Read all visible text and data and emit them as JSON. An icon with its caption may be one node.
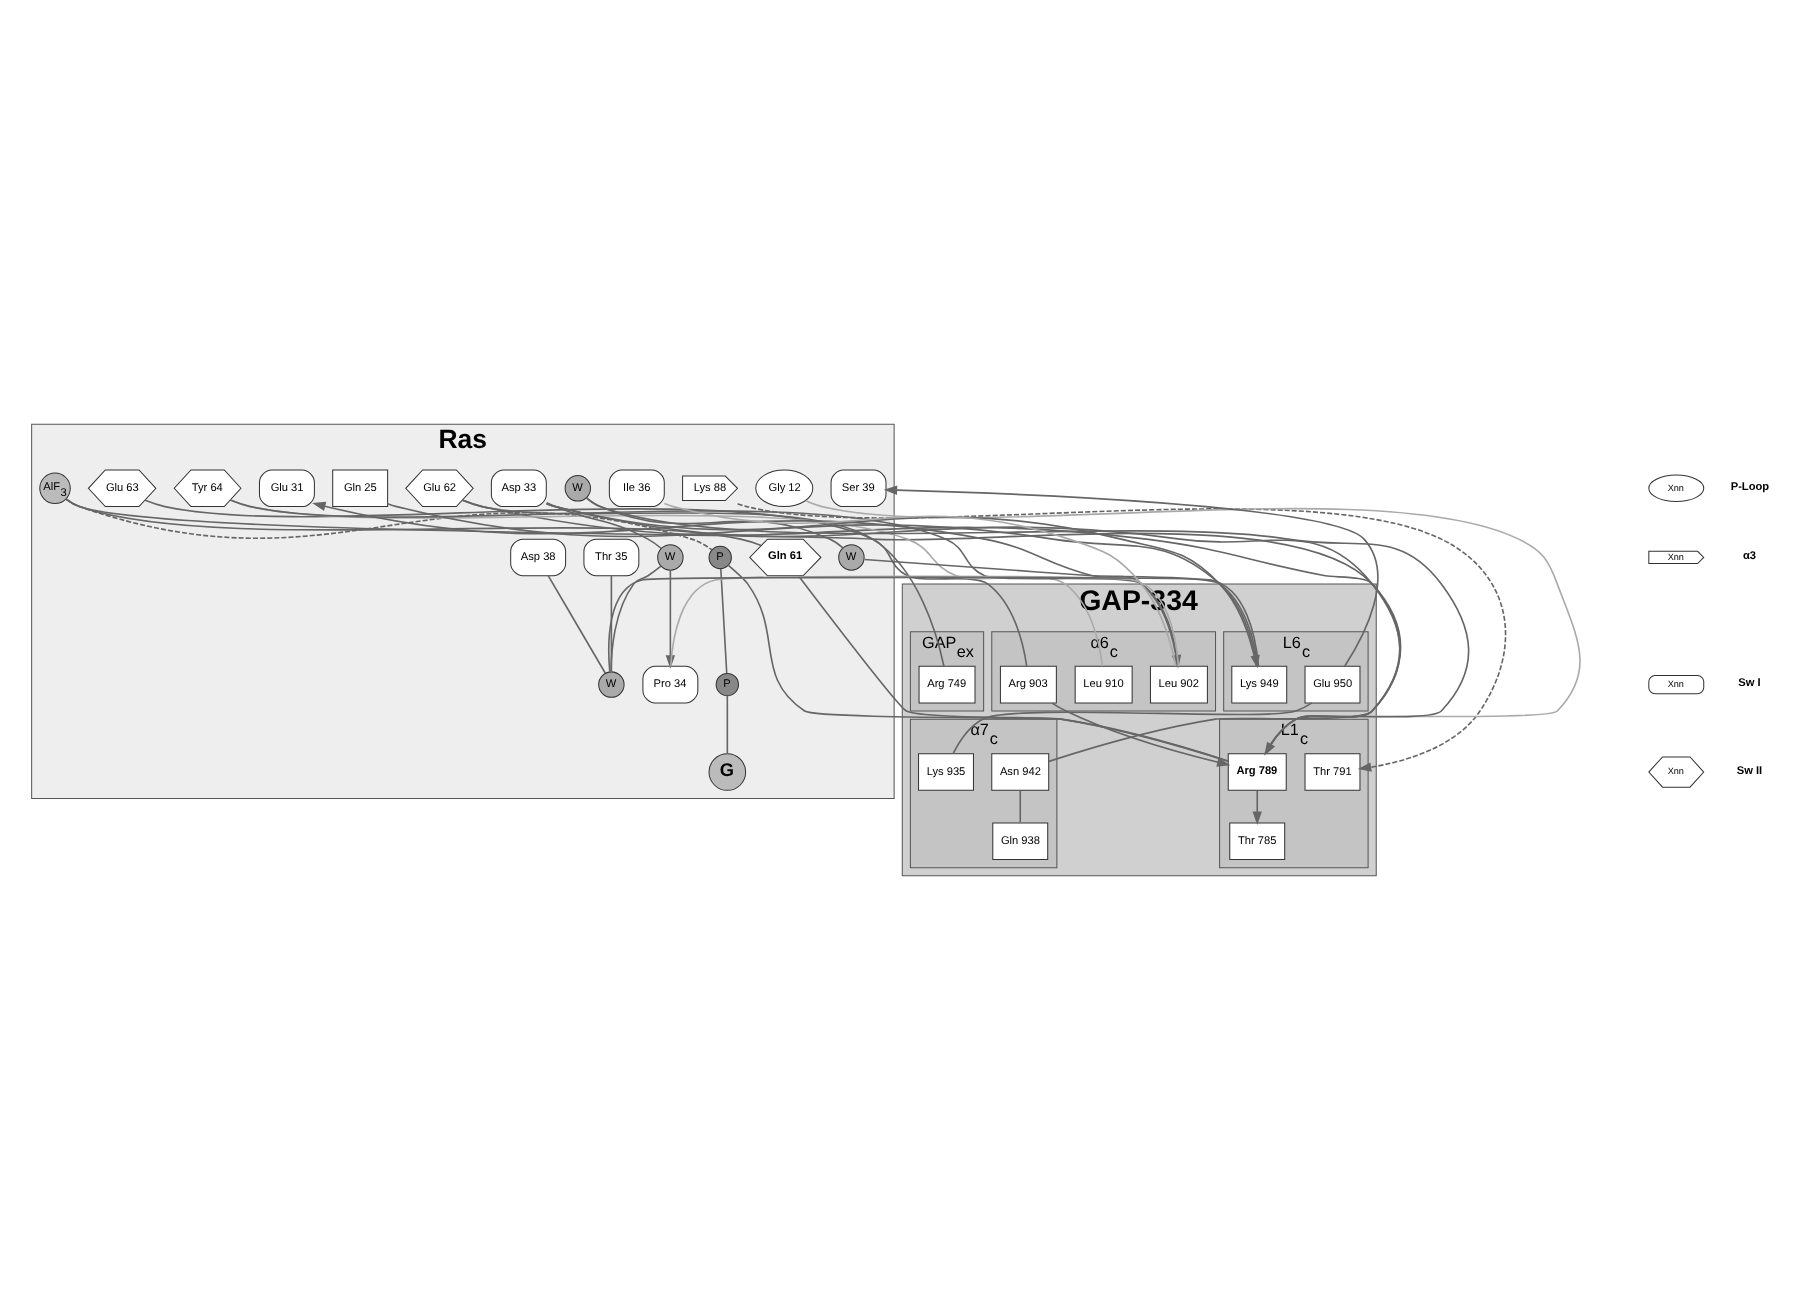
{
  "diagram": {
    "nodes": [
      {
        "text": [
          "Ras"
        ]
      },
      {
        "text": [
          "Lys 88"
        ],
        "in": 0
      },
      {
        "text": [
          "Gly 12"
        ],
        "in": 0
      },
      {
        "text": [
          "AlF$_{3}$"
        ],
        "in": 0
      },
      {
        "text": [
          "P"
        ],
        "in": 0
      },
      {
        "text": [
          "P"
        ],
        "in": 0
      },
      {
        "text": [
          "G"
        ],
        "in": 0
      },
      {
        "text": [
          "Gln 61"
        ],
        "in": 0
      },
      {
        "text": [
          "Glu 62"
        ],
        "in": 0
      },
      {
        "text": [
          "Glu 63"
        ],
        "in": 0
      },
      {
        "text": [
          "Tyr 64"
        ],
        "in": 0
      },
      {
        "text": [
          "W"
        ],
        "in": 0
      },
      {
        "text": [
          "W"
        ],
        "in": 0
      },
      {
        "text": [
          "Gln 25"
        ],
        "in": 0
      },
      {
        "text": [
          "Glu 31"
        ],
        "in": 0
      },
      {
        "text": [
          "Asp 33"
        ],
        "in": 0
      },
      {
        "text": [
          "W"
        ],
        "in": 0
      },
      {
        "text": [
          "Pro 34"
        ],
        "in": 0
      },
      {
        "text": [
          "Thr 35"
        ],
        "in": 0
      },
      {
        "text": [
          "W"
        ],
        "in": 0
      },
      {
        "text": [
          "Ile 36"
        ],
        "in": 0
      },
      {
        "text": [
          "Asp 38"
        ],
        "in": 0
      },
      {
        "text": [
          "Ser 39"
        ],
        "in": 0
      },
      {
        "text": [
          "GAP-334"
        ]
      },
      {
        "text": [
          "L1$_{c}$"
        ],
        "in": 23
      },
      {
        "text": [
          "Thr 791"
        ],
        "in": 24
      },
      {
        "text": [
          "Thr 785"
        ],
        "in": 24
      },
      {
        "text": [
          "Arg 789"
        ],
        "in": 24
      },
      {
        "text": [
          "GAP$_{ex}$"
        ],
        "in": 23
      },
      {
        "text": [
          "Arg 749"
        ],
        "in": 28
      },
      {
        "text": [
          "α6$_{c}$"
        ],
        "in": 23
      },
      {
        "text": [
          "Arg 903"
        ],
        "in": 30
      },
      {
        "text": [
          "Leu 910"
        ],
        "in": 30
      },
      {
        "text": [
          "Leu 902"
        ],
        "in": 30
      },
      {
        "text": [
          "L6$_{c}$"
        ],
        "in": 23
      },
      {
        "text": [
          "Lys 949"
        ],
        "in": 34
      },
      {
        "text": [
          "Glu 950"
        ],
        "in": 34
      },
      {
        "text": [
          "α7$_{c}$"
        ],
        "in": 23
      },
      {
        "text": [
          "Asn 942"
        ],
        "in": 37
      },
      {
        "text": [
          "Gln 938"
        ],
        "in": 37
      },
      {
        "text": [
          "Lys 935"
        ],
        "in": 37
      }
    ],
    "edges": [
      {
        "from": 1,
        "to": 25,
        "arrow": "to",
        "style": "dashed"
      },
      {
        "from": 3,
        "to": 4,
        "arrow": "none",
        "style": "dashed"
      },
      {
        "from": 4,
        "to": 5,
        "arrow": "none"
      },
      {
        "from": 5,
        "to": 6,
        "arrow": "none"
      },
      {
        "from": 3,
        "to": 7,
        "arrow": "none"
      },
      {
        "from": 27,
        "to": 2,
        "arrow": "none",
        "color": "#aaaaaa"
      },
      {
        "from": 27,
        "to": 3,
        "arrow": "none"
      },
      {
        "from": 27,
        "to": 4,
        "arrow": "none"
      },
      {
        "from": 27,
        "to": 7,
        "arrow": "none"
      },
      {
        "from": 8,
        "to": 27,
        "arrow": "to"
      },
      {
        "from": 8,
        "to": 29,
        "arrow": "none"
      },
      {
        "from": 27,
        "to": 26,
        "arrow": "to"
      },
      {
        "from": 31,
        "to": 27,
        "arrow": "to"
      },
      {
        "from": 27,
        "to": 11,
        "arrow": "none"
      },
      {
        "from": 11,
        "to": 12,
        "arrow": "none"
      },
      {
        "from": 12,
        "to": 35,
        "arrow": "none"
      },
      {
        "from": 9,
        "to": 31,
        "arrow": "none"
      },
      {
        "from": 10,
        "to": 33,
        "arrow": "to"
      },
      {
        "from": 10,
        "to": 32,
        "arrow": "none",
        "color": "#aaaaaa"
      },
      {
        "from": 33,
        "to": 14,
        "arrow": "to"
      },
      {
        "from": 33,
        "to": 17,
        "arrow": "none",
        "color": "#aaaaaa"
      },
      {
        "from": 33,
        "to": 20,
        "arrow": "none",
        "color": "#aaaaaa"
      },
      {
        "from": 13,
        "to": 35,
        "arrow": "to"
      },
      {
        "from": 15,
        "to": 16,
        "arrow": "none"
      },
      {
        "from": 16,
        "to": 17,
        "arrow": "to"
      },
      {
        "from": 16,
        "to": 19,
        "arrow": "none"
      },
      {
        "from": 15,
        "to": 35,
        "arrow": "none"
      },
      {
        "from": 15,
        "to": 38,
        "arrow": "none"
      },
      {
        "from": 18,
        "to": 19,
        "arrow": "none"
      },
      {
        "from": 19,
        "to": 35,
        "arrow": "none"
      },
      {
        "from": 21,
        "to": 19,
        "arrow": "none"
      },
      {
        "from": 36,
        "to": 22,
        "arrow": "to"
      },
      {
        "from": 36,
        "to": 40,
        "arrow": "none"
      },
      {
        "from": 38,
        "to": 39,
        "arrow": "none"
      }
    ],
    "labels": [
      "Xnn",
      "Xnn",
      "Xnn",
      "Xnn"
    ],
    "legend": [
      {
        "text": "P-Loop"
      },
      {
        "text": "α3"
      },
      {
        "text": "Sw I"
      },
      {
        "text": "Sw II"
      }
    ]
  }
}
